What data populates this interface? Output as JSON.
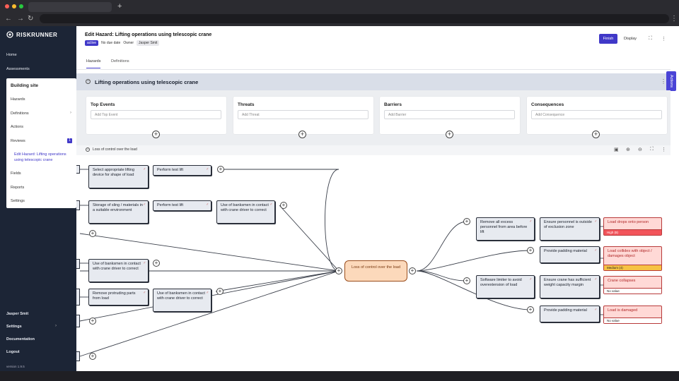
{
  "browser": {
    "new_tab": "+"
  },
  "brand": {
    "name": "RISKRUNNER"
  },
  "sidebar": {
    "home": "Home",
    "assessments": "Assessments",
    "panel_title": "Building site",
    "items": [
      "Hazards",
      "Definitions",
      "Actions",
      "Reviews",
      "Edit Hazard: Lifting operations using telescopic crane",
      "Fields",
      "Reports",
      "Settings"
    ],
    "reviews_count": "1",
    "user": "Jasper Smit",
    "settings": "Settings",
    "documentation": "Documentation",
    "logout": "Logout",
    "version": "version 1.9.5"
  },
  "header": {
    "title": "Edit Hazard: Lifting operations using telescopic crane",
    "status": "active",
    "due": "No due date",
    "owner_label": "Owner",
    "owner": "Jasper Smit",
    "finish": "Finish",
    "display": "Display"
  },
  "tabs": {
    "hazards": "Hazards",
    "definitions": "Definitions"
  },
  "hazard": {
    "title": "Lifting operations using telescopic crane",
    "actions_tab": "Actions"
  },
  "cards": [
    {
      "title": "Top Events",
      "placeholder": "Add Top Event"
    },
    {
      "title": "Threats",
      "placeholder": "Add Threat"
    },
    {
      "title": "Barriers",
      "placeholder": "Add Barrier"
    },
    {
      "title": "Consequences",
      "placeholder": "Add Consequence"
    }
  ],
  "diagram": {
    "title": "Loss of control over the load",
    "top_event": "Loss of control over the load",
    "left_nodes": [
      "Select appropriate lifting device for shape of load",
      "Perform test lift",
      "Storage of sling / materials in a suitable environment",
      "Perform test lift",
      "Use of banksmen in contact with crane driver to correct",
      "Use of banksmen in contact with crane driver to correct",
      "Remove protruding parts from load",
      "Use of banksmen in contact with crane driver to correct"
    ],
    "right_nodes": [
      "Remove all excess personnel from area before lift",
      "Ensure personnel is outside of exclusion zone",
      "Provide padding material",
      "Software limiter to avoid overextension of load",
      "Ensure crane has sufficient weight capacity margin",
      "Provide padding material"
    ],
    "consequences": [
      {
        "label": "Load drops onto person",
        "level": "High (8)",
        "level_color": "#f2545b"
      },
      {
        "label": "Load collides with object / damages object",
        "level": "Medium (4)",
        "level_color": "#f6c244"
      },
      {
        "label": "Crane collapses",
        "level": "No value",
        "level_color": "#ffffff"
      },
      {
        "label": "Load is damaged",
        "level": "No value",
        "level_color": "#ffffff"
      }
    ]
  },
  "colors": {
    "accent": "#4038c8",
    "sidebar": "#1c2536",
    "danger": "#b83a3a"
  }
}
